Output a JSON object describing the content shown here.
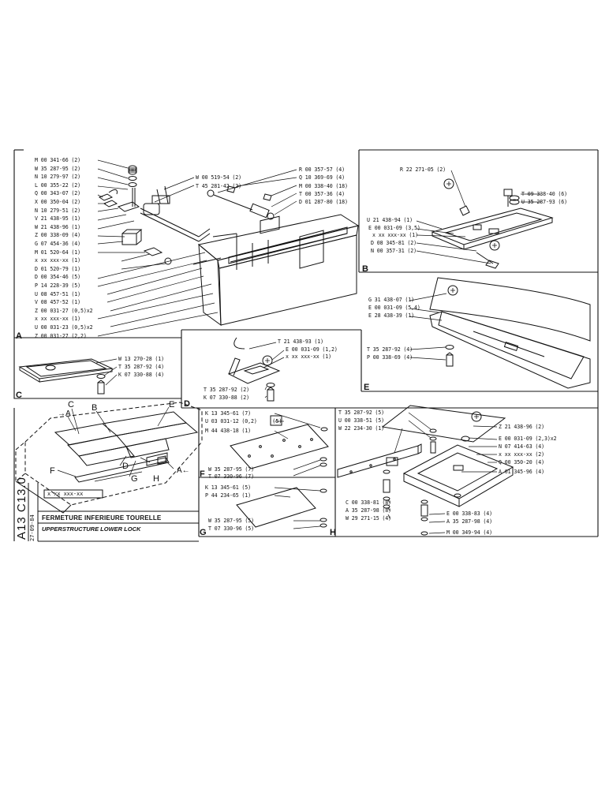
{
  "sheet": {
    "code": "A13 C13.0",
    "date": "27-09-84",
    "ref_box": "x xx xxx-xx",
    "title_fr": "FERMETURE INFERIEURE TOURELLE",
    "title_en": "UPPERSTRUCTURE LOWER LOCK"
  },
  "sections": {
    "A": "A",
    "B": "B",
    "C": "C",
    "D": "D",
    "E": "E",
    "F": "F",
    "G": "G",
    "H": "H"
  },
  "overview_letters": {
    "c": "C",
    "a_top": "A",
    "b": "B",
    "e": "E",
    "f": "F",
    "d": "D",
    "g": "G",
    "h": "H",
    "a_right": "A"
  },
  "callouts": {
    "A_left": [
      "M 00 341-66 (2)",
      "W 35 287-95 (2)",
      "N 10 279-97 (2)",
      "L 00 355-22 (2)",
      "Q 00 343-07 (2)",
      "X 00 350-04 (2)",
      "N 10 279-51 (2)",
      "V 21 438-95 (1)",
      "W 21 438-96 (1)",
      "Z 00 338-09 (4)",
      "G 07 454-36 (4)",
      "M 01 520-64 (1)",
      "x xx xxx-xx (1)",
      "D 01 520-79 (1)",
      "D 00 354-46 (5)",
      "P 14 228-39 (5)",
      "U 08 457-51 (1)",
      "V 08 457-52 (1)",
      "Z 00 031-27 (0,5)x2",
      "x xx xxx-xx (1)",
      "U 00 031-23 (0,5)x2",
      "Z 00 031-27 (2,2)"
    ],
    "A_top": [
      "W 00 519-54 (2)",
      "T 45 281-42 (2)"
    ],
    "A_right": [
      "R 00 357-57 (4)",
      "Q 10 369-69 (4)",
      "M 00 338-40 (18)",
      "T 00 357-36 (4)",
      "D 01 287-80 (18)"
    ],
    "B": [
      "R 22 271-05 (2)",
      "T 09 338-40 (6)",
      "U 35 287-93 (6)",
      "U 21 438-94 (1)",
      "E 00 031-09 (3,5)",
      "x xx xxx-xx (1)",
      "D 08 345-81 (2)",
      "N 00 357-31 (2)"
    ],
    "C": [
      "W 13 270-28 (1)",
      "T 35 287-92 (4)",
      "K 07 330-88 (4)"
    ],
    "D": [
      "T 21 438-93 (1)",
      "E 00 031-09 (1,2)",
      "x xx xxx-xx (1)",
      "T 35 287-92 (2)",
      "K 07 330-88 (2)"
    ],
    "E": [
      "G 31 438-07 (1)",
      "E 00 031-09 (5,4)",
      "E 28 438-39 (1)",
      "T 35 287-92 (4)",
      "P 00 338-69 (4)"
    ],
    "F": [
      "K 13 345-61 (7)",
      "U 03 031-12 (0,2)",
      "M 44 438-18 (1)",
      "W 35 287-95 (7)",
      "T 07 330-96 (7)"
    ],
    "G": [
      "K 13 345-61 (5)",
      "P 44 234-65 (1)",
      "W 35 287-95 (5)",
      "T 07 330-96 (5)"
    ],
    "H_left": [
      "T 35 287-92 (5)",
      "U 00 338-51 (5)",
      "W 22 234-30 (1)",
      "C 00 338-81 (8)",
      "A 35 287-98 (8)",
      "W 29 271-15 (4)"
    ],
    "H_right": [
      "Z 21 438-96 (2)",
      "E 00 031-09 (2,3)x2",
      "N 07 414-63 (4)",
      "x xx xxx-xx (2)",
      "Q 00 350-20 (4)",
      "A 01 345-96 (4)",
      "E 00 338-83 (4)",
      "A 35 287-98 (4)",
      "M 00 349-94 (4)"
    ]
  }
}
